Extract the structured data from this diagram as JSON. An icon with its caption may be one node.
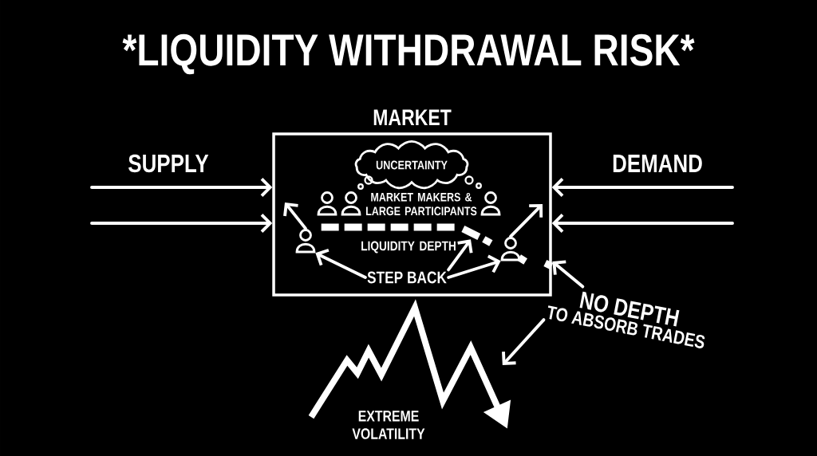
{
  "diagram": {
    "title": "*LIQUIDITY WITHDRAWAL RISK*",
    "nodes": [
      {
        "text": [
          "MARKET"
        ]
      },
      {
        "text": [
          "UNCERTAINTY"
        ],
        "in": 0
      },
      {
        "text": [],
        "shape": "person",
        "in": 0
      },
      {
        "text": [],
        "shape": "person",
        "in": 0
      },
      {
        "text": [],
        "shape": "person",
        "in": 0
      },
      {
        "text": [],
        "shape": "person",
        "in": 0
      },
      {
        "text": [],
        "shape": "person",
        "in": 0
      },
      {
        "text": [
          "STEP BACK"
        ],
        "in": 0
      },
      {
        "text": [],
        "shape": "bar",
        "beside": [
          "LIQUIDITY DEPTH"
        ],
        "in": 0
      },
      {
        "text": [],
        "shape": "bar",
        "in": 0
      },
      {
        "text": [
          "NO DEPTH",
          "TO ABSORB TRADES"
        ]
      },
      {
        "text": [],
        "shape": "picture",
        "beside": [
          "EXTREME VOLATILITY"
        ]
      }
    ],
    "edges": [
      {
        "from": null,
        "to": 0,
        "arrow": "to"
      },
      {
        "from": null,
        "to": 0,
        "arrow": "to"
      },
      {
        "from": null,
        "to": 0,
        "arrow": "to"
      },
      {
        "from": null,
        "to": 0,
        "arrow": "to"
      },
      {
        "from": 7,
        "to": 2,
        "arrow": "to"
      },
      {
        "from": 7,
        "to": 8,
        "arrow": "to"
      },
      {
        "from": 7,
        "to": 6,
        "arrow": "to"
      },
      {
        "from": 2,
        "to": null,
        "arrow": "to"
      },
      {
        "from": 6,
        "to": null,
        "arrow": "to"
      },
      {
        "from": 10,
        "to": 9,
        "arrow": "to"
      },
      {
        "from": 10,
        "to": 11,
        "arrow": "to"
      }
    ],
    "labels": [
      "SUPPLY",
      "DEMAND",
      "MARKET MAKERS & LARGE PARTICIPANTS"
    ]
  }
}
